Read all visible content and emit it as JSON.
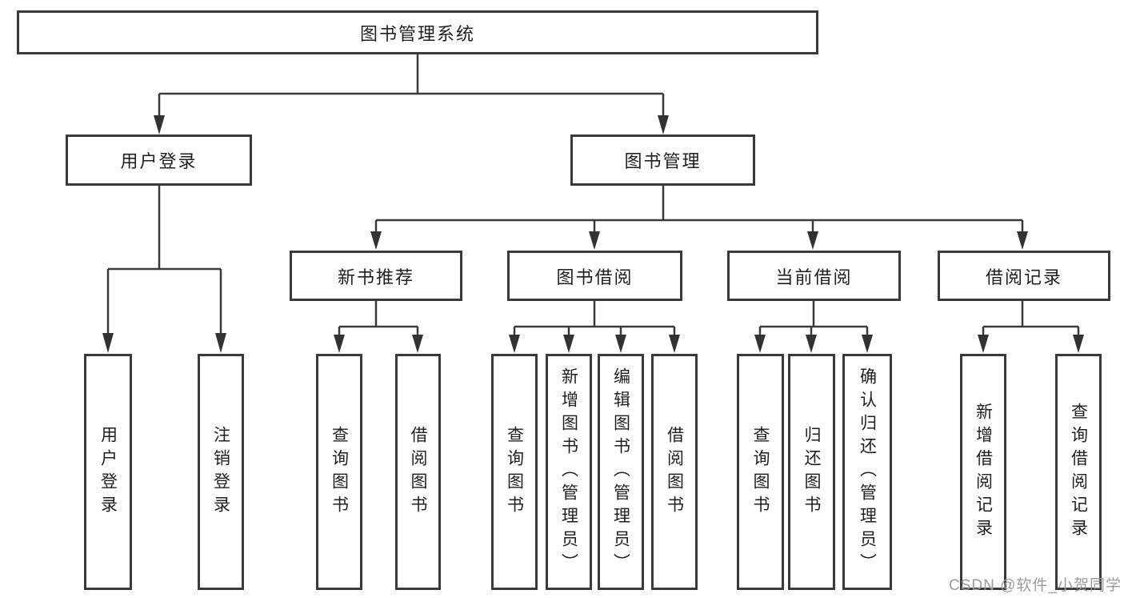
{
  "diagram_type": "hierarchy-tree",
  "tree": {
    "label": "图书管理系统",
    "children": [
      {
        "label": "用户登录",
        "children": [
          {
            "label": "用户登录"
          },
          {
            "label": "注销登录"
          }
        ]
      },
      {
        "label": "图书管理",
        "children": [
          {
            "label": "新书推荐",
            "children": [
              {
                "label": "查询图书"
              },
              {
                "label": "借阅图书"
              }
            ]
          },
          {
            "label": "图书借阅",
            "children": [
              {
                "label": "查询图书"
              },
              {
                "label": "新增图书（管理员）"
              },
              {
                "label": "编辑图书（管理员）"
              },
              {
                "label": "借阅图书"
              }
            ]
          },
          {
            "label": "当前借阅",
            "children": [
              {
                "label": "查询图书"
              },
              {
                "label": "归还图书"
              },
              {
                "label": "确认归还（管理员）"
              }
            ]
          },
          {
            "label": "借阅记录",
            "children": [
              {
                "label": "新增借阅记录"
              },
              {
                "label": "查询借阅记录"
              }
            ]
          }
        ]
      }
    ]
  },
  "watermark": {
    "text": "CSDN @软件_小贺同学"
  },
  "colors": {
    "line": "#3a3a3a",
    "text": "#1f1f1f",
    "box_background": "#ffffff",
    "watermark": "#9b9b9b"
  }
}
